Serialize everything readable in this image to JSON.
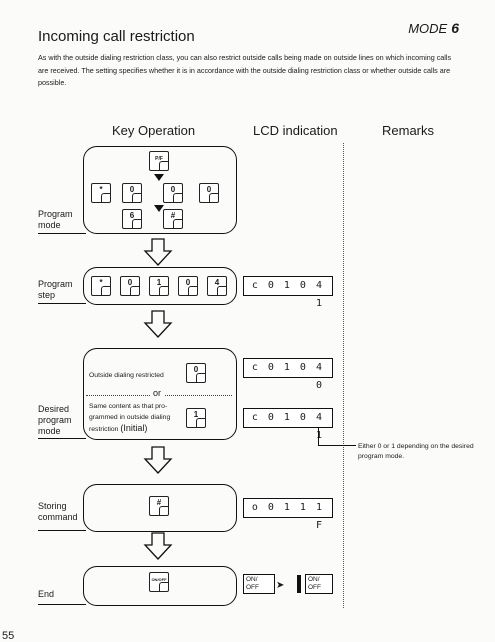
{
  "page": {
    "title": "Incoming call restriction",
    "mode_label": "MODE",
    "mode_number": "6",
    "intro": "As with the outside dialing restriction class, you can also restrict outside calls being made on outside lines on which incoming calls are received. The setting specifies whether it is in accordance with the outside dialing restriction class or whether outside calls are possible.",
    "page_number": "55"
  },
  "columns": {
    "key_operation": "Key Operation",
    "lcd_indication": "LCD indication",
    "remarks": "Remarks"
  },
  "steps": {
    "program_mode": "Program mode",
    "program_step": "Program step",
    "desired_program_mode": "Desired program mode",
    "storing_command": "Storing command",
    "end": "End"
  },
  "keys": {
    "program_top": "P/F",
    "star": "*",
    "zero_a": "0",
    "zero_b": "0",
    "zero_c": "0",
    "six": "6",
    "hash": "#",
    "step_star": "*",
    "step_0": "0",
    "step_1": "1",
    "step_0b": "0",
    "step_4": "4",
    "opt_0": "0",
    "opt_1": "1",
    "store_hash": "#",
    "end_key": "ON/OFF"
  },
  "options": {
    "option_a": "Outside dialing restricted",
    "or": "or",
    "option_b_line1": "Same content as that pro-",
    "option_b_line2": "grammed in outside dialing",
    "option_b_line3": "restriction",
    "option_b_initial": "(Initial)"
  },
  "lcd": {
    "step": "c 0 1 0 4   1",
    "option_a": "c 0 1 0 4   0",
    "option_b": "c 0 1 0 4   1",
    "storing": "o 0 1 1 1   F"
  },
  "end_indicators": {
    "off_label": "ON/ OFF",
    "on_label": "ON/ OFF"
  },
  "remark_text": "Either 0 or 1 depending on the desired program mode."
}
